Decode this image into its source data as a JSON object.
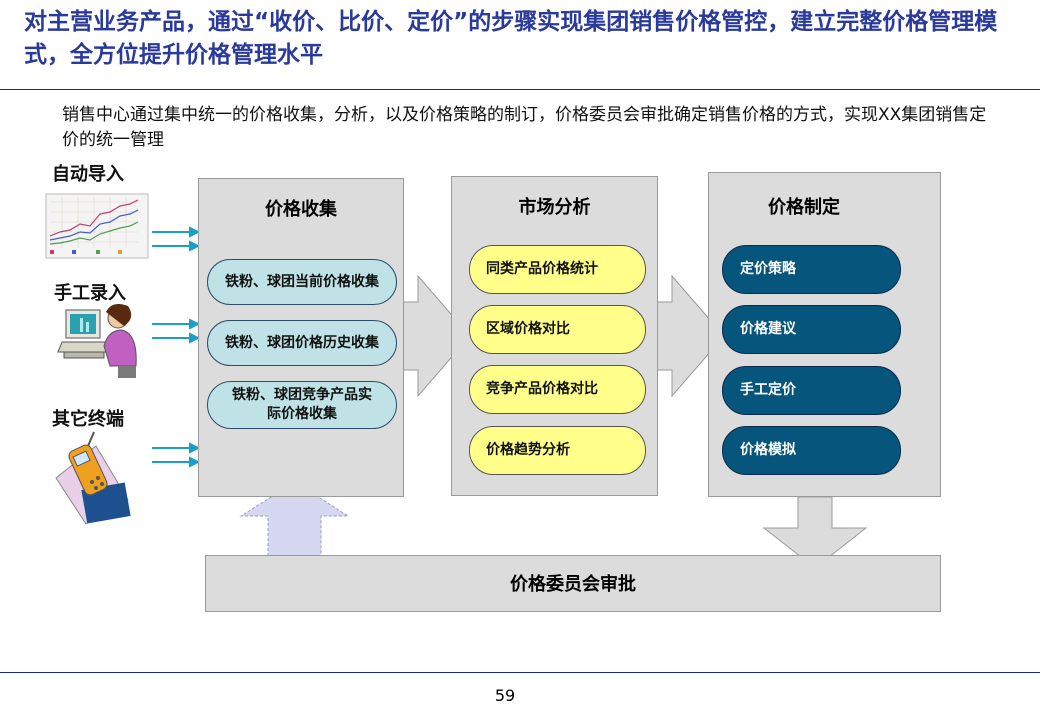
{
  "title": "对主营业务产品，通过“收价、比价、定价”的步骤实现集团销售价格管控，建立完整价格管理模式，全方位提升价格管理水平",
  "intro": "销售中心通过集中统一的价格收集，分析，以及价格策略的制订，价格委员会审批确定销售价格的方式，实现XX集团销售定价的统一管理",
  "sources": {
    "auto": "自动导入",
    "manual": "手工录入",
    "other": "其它终端"
  },
  "panels": {
    "collect": {
      "title": "价格收集",
      "items": [
        "铁粉、球团当前价格收集",
        "铁粉、球团价格历史收集",
        "铁粉、球团竞争产品实际价格收集"
      ]
    },
    "analysis": {
      "title": "市场分析",
      "items": [
        "同类产品价格统计",
        "区域价格对比",
        "竞争产品价格对比",
        "价格趋势分析"
      ]
    },
    "pricing": {
      "title": "价格制定",
      "items": [
        "定价策略",
        "价格建议",
        "手工定价",
        "价格模拟"
      ]
    }
  },
  "approval": "价格委员会审批",
  "page_number": "59",
  "colors": {
    "title": "#2a3a9c",
    "collect_pill": "#bfe2e6",
    "analysis_pill": "#ffff8a",
    "pricing_pill": "#05557d",
    "panel": "#dcdcdc",
    "source_arrow": "#1aa0c8",
    "feedback_arrow": "#d6d8f2"
  }
}
